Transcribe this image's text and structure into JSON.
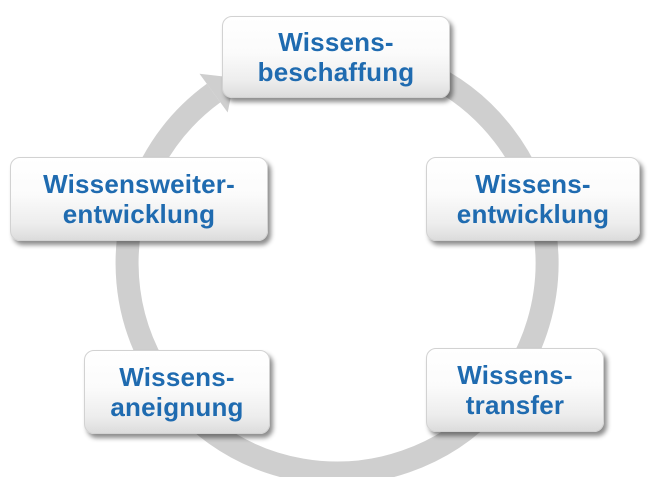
{
  "stages": [
    {
      "id": "beschaffung",
      "label": "Wissens-\nbeschaffung"
    },
    {
      "id": "entwicklung",
      "label": "Wissens-\nentwicklung"
    },
    {
      "id": "transfer",
      "label": "Wissens-\ntransfer"
    },
    {
      "id": "aneignung",
      "label": "Wissens-\naneignung"
    },
    {
      "id": "weiterentwicklung",
      "label": "Wissensweiter-\nentwicklung"
    }
  ],
  "colors": {
    "label": "#1f6bb0",
    "ring": "#cfcfcf",
    "box_border": "#d2d2d2"
  },
  "icons": {
    "flow_arrow": "cycle-arrow-icon"
  }
}
